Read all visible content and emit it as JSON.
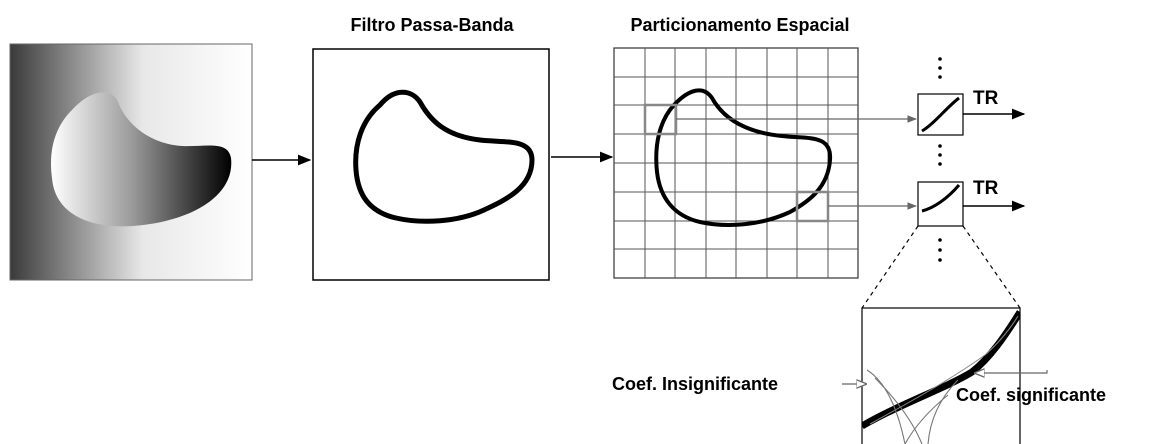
{
  "labels": {
    "bandpass": "Filtro Passa-Banda",
    "partition": "Particionamento Espacial",
    "tr_top": "TR",
    "tr_bottom": "TR",
    "coef_insig": "Coef. Insignificante",
    "coef_sig": "Coef. significante"
  },
  "colors": {
    "stroke": "#000000",
    "grid": "#555555",
    "highlight": "#888888",
    "connector": "#666666"
  }
}
